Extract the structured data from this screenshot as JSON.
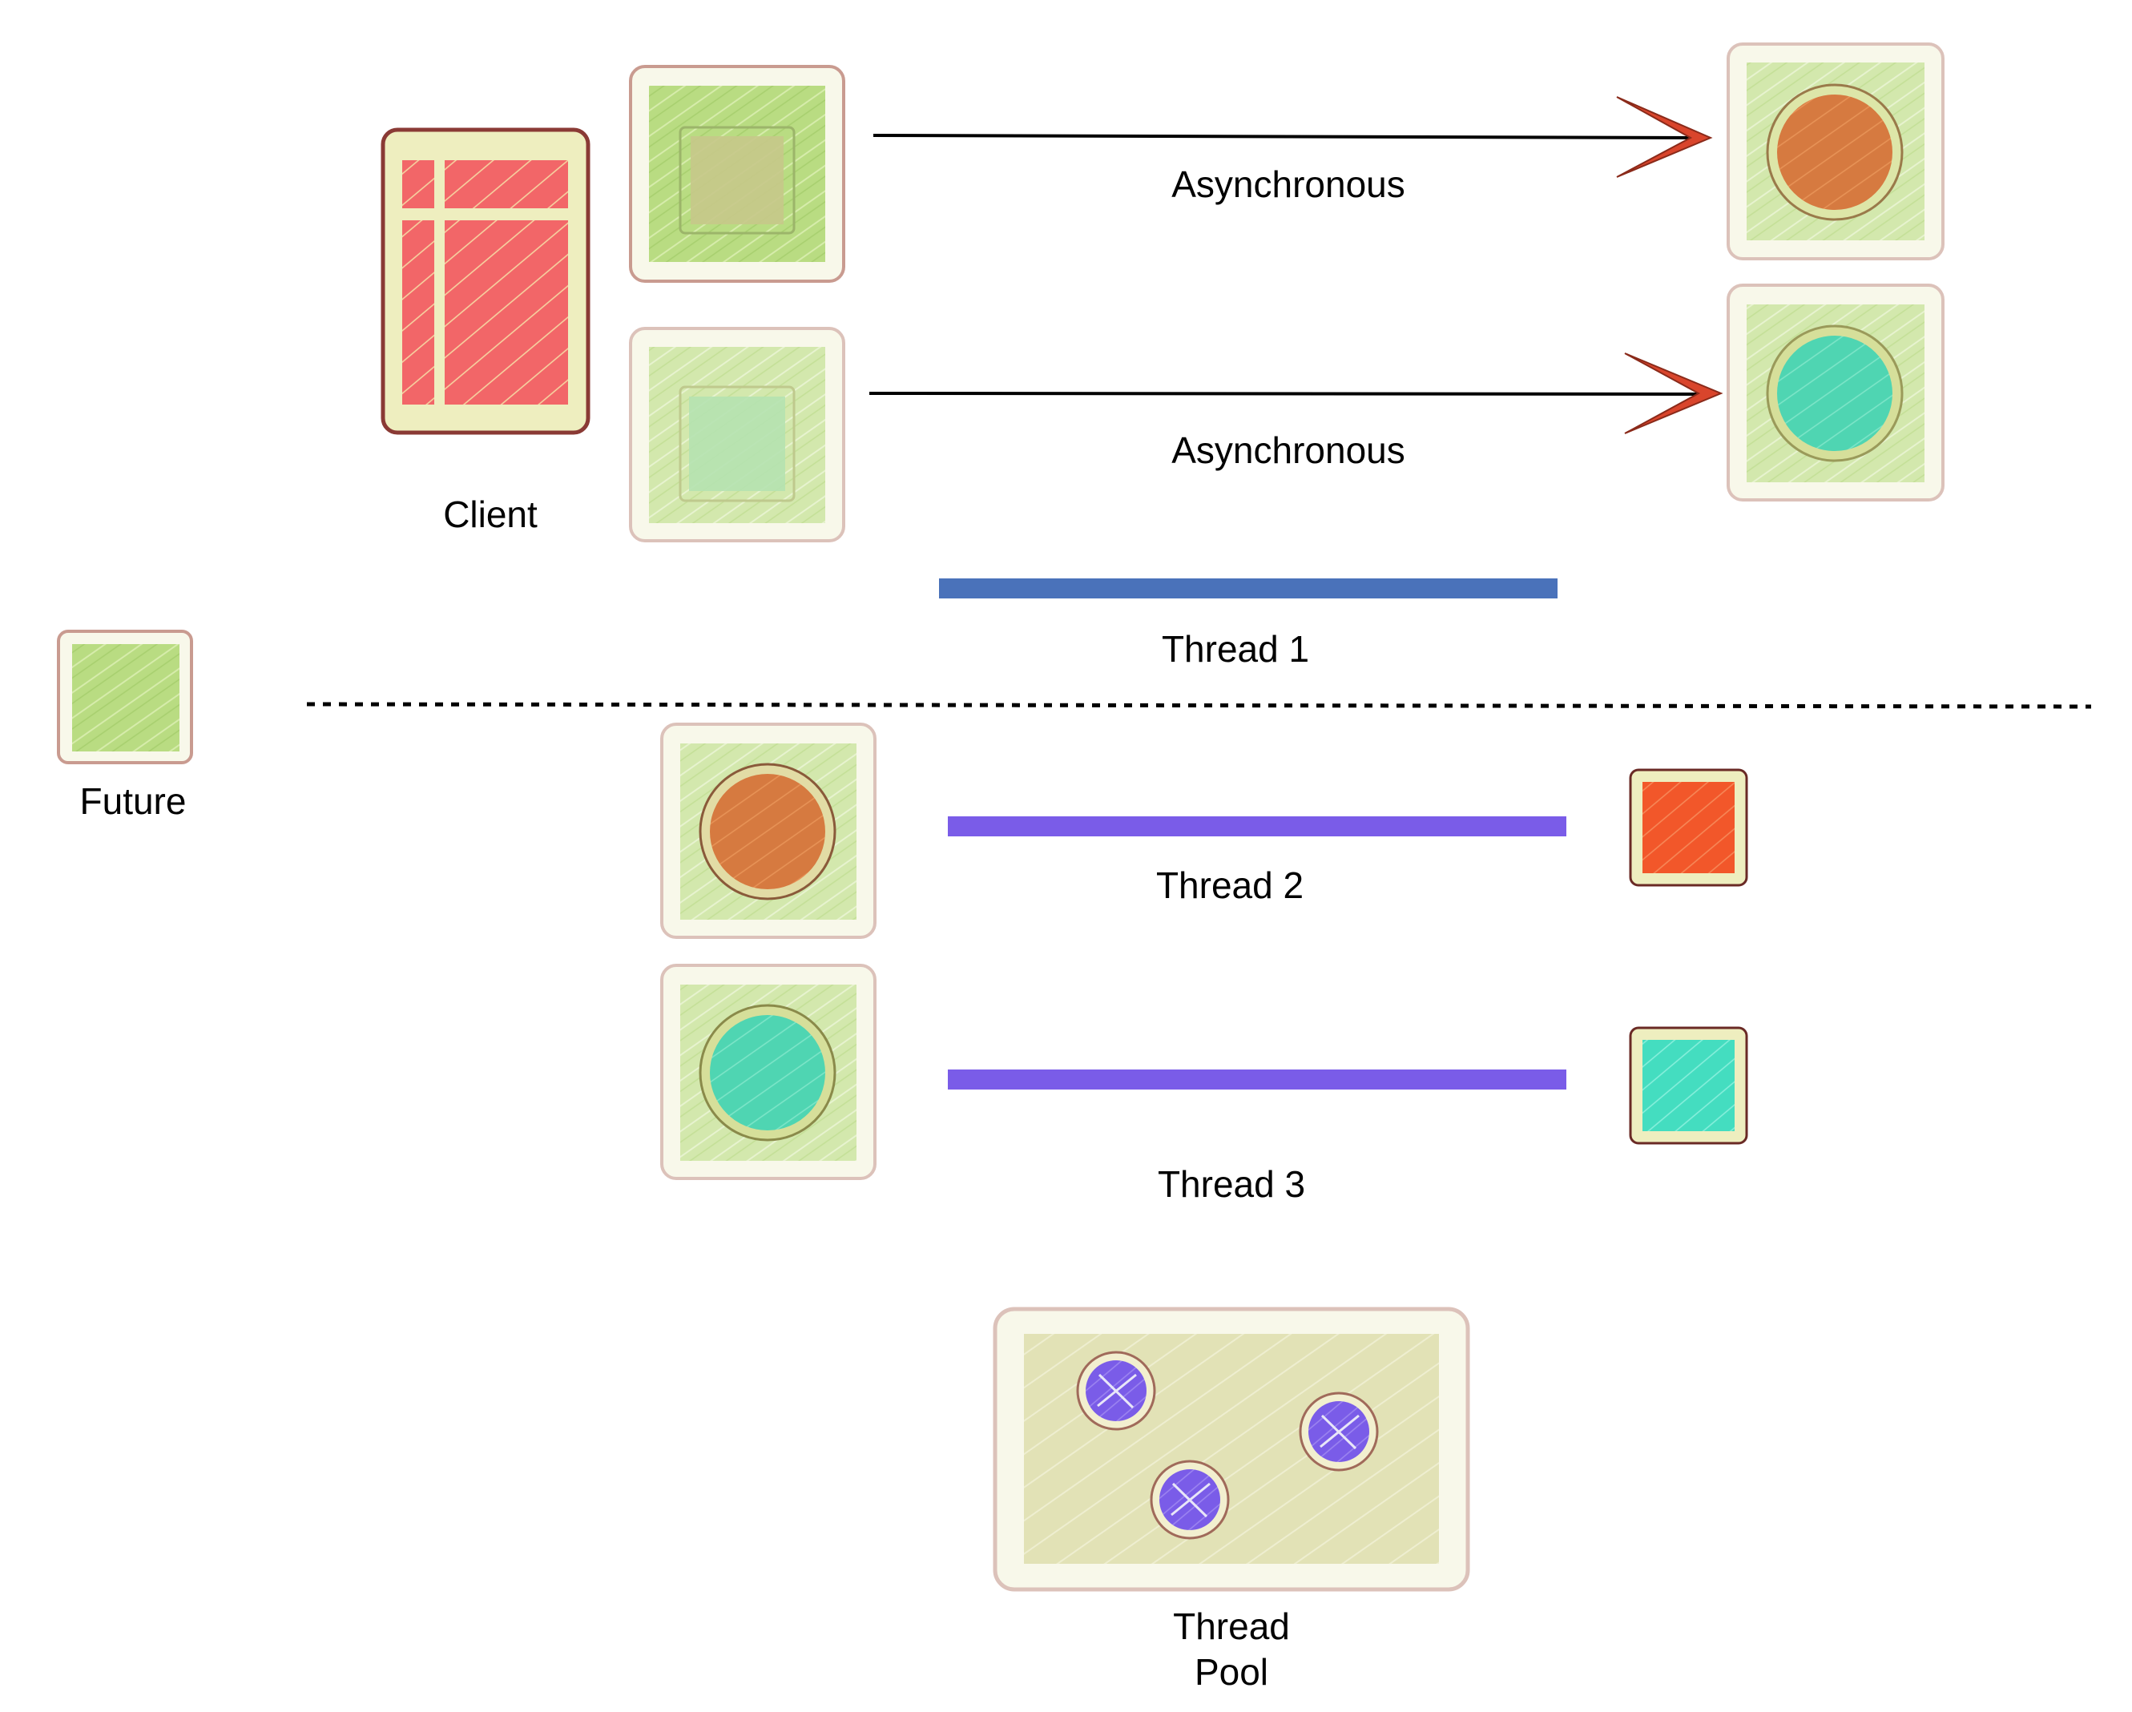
{
  "labels": {
    "client": "Client",
    "future": "Future",
    "async_1": "Asynchronous",
    "async_2": "Asynchronous",
    "thread_1": "Thread 1",
    "thread_2": "Thread 2",
    "thread_3": "Thread 3",
    "thread_pool_line1": "Thread",
    "thread_pool_line2": "Pool"
  },
  "colors": {
    "tile_bg": "#f8f8ea",
    "tile_border": "#d9b4aa",
    "future_green": "#b8db7f",
    "future_green_light": "#cfe6a5",
    "client_red": "#f26668",
    "client_border": "#8a3a35",
    "result_orange": "#d8783c",
    "result_teal": "#49d6b4",
    "solid_orange": "#f2582a",
    "solid_teal": "#44ddc0",
    "thread1_bar": "#4a72ba",
    "thread_bar": "#7a5ce8",
    "pool_bg": "#e2e2b5",
    "pool_thread": "#7a5ce8",
    "arrow": "#000000",
    "arrow_head": "#d9452c",
    "separator": "#000000"
  }
}
